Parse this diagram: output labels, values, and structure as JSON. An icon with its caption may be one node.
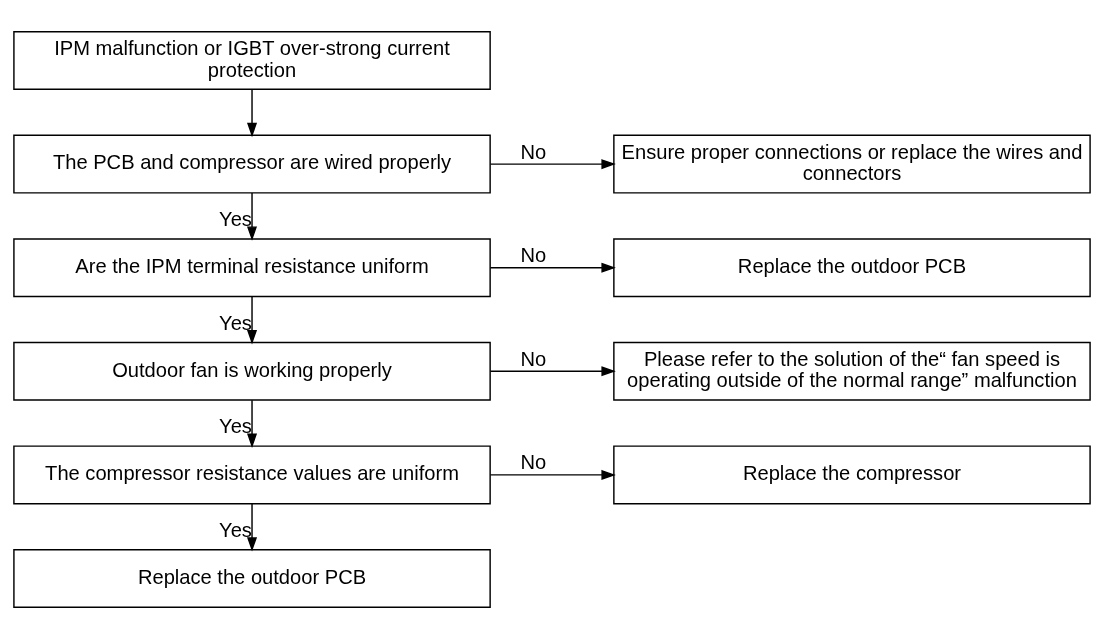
{
  "diagram": {
    "nodes": [
      {
        "text": [
          "IPM malfunction or IGBT over-strong current protection"
        ]
      },
      {
        "text": [
          "The PCB and compressor are wired properly"
        ]
      },
      {
        "text": [
          "Ensure proper connections or replace the wires and connectors"
        ]
      },
      {
        "text": [
          "Are the IPM terminal resistance uniform"
        ]
      },
      {
        "text": [
          "Replace the outdoor PCB"
        ]
      },
      {
        "text": [
          "Outdoor fan is working properly"
        ]
      },
      {
        "text": [
          "Please refer to the solution of the“ fan speed is operating outside of the normal range” malfunction"
        ]
      },
      {
        "text": [
          "The compressor resistance values are uniform"
        ]
      },
      {
        "text": [
          "Replace the compressor"
        ]
      },
      {
        "text": [
          "Replace the outdoor PCB"
        ]
      }
    ],
    "edges": [
      {
        "from": 0,
        "to": 1,
        "arrow": "to"
      },
      {
        "from": 1,
        "to": 2,
        "arrow": "to",
        "label": "No"
      },
      {
        "from": 1,
        "to": 3,
        "arrow": "to",
        "label": "Yes"
      },
      {
        "from": 3,
        "to": 4,
        "arrow": "to",
        "label": "No"
      },
      {
        "from": 3,
        "to": 5,
        "arrow": "to",
        "label": "Yes"
      },
      {
        "from": 5,
        "to": 6,
        "arrow": "to",
        "label": "No"
      },
      {
        "from": 5,
        "to": 7,
        "arrow": "to",
        "label": "Yes"
      },
      {
        "from": 7,
        "to": 8,
        "arrow": "to",
        "label": "No"
      },
      {
        "from": 7,
        "to": 9,
        "arrow": "to",
        "label": "Yes"
      }
    ]
  }
}
